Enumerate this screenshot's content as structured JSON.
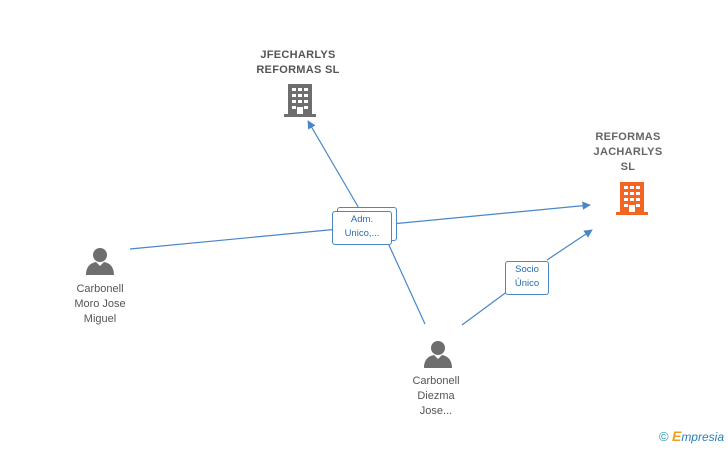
{
  "nodes": {
    "jfecharlys": {
      "lines": [
        "JFECHARLYS",
        "REFORMAS  SL"
      ],
      "type": "company",
      "color": "#6e6e6e"
    },
    "reformas_jacharlys": {
      "lines": [
        "REFORMAS",
        "JACHARLYS",
        "SL"
      ],
      "type": "company",
      "color": "#f26522"
    },
    "carbonell_moro": {
      "lines": [
        "Carbonell",
        "Moro Jose",
        "Miguel"
      ],
      "type": "person",
      "color": "#6e6e6e"
    },
    "carbonell_diezma": {
      "lines": [
        "Carbonell",
        "Diezma",
        "Jose..."
      ],
      "type": "person",
      "color": "#6e6e6e"
    }
  },
  "edges": [
    {
      "from": "carbonell_moro",
      "to": "reformas_jacharlys",
      "label_ref": "adm"
    },
    {
      "from": "carbonell_diezma",
      "to": "jfecharlys",
      "label_ref": "adm"
    },
    {
      "from": "carbonell_diezma",
      "to": "reformas_jacharlys",
      "label_ref": "socio"
    }
  ],
  "edge_labels": {
    "adm": {
      "lines": [
        "Adm.",
        "Unico,..."
      ]
    },
    "socio": {
      "lines": [
        "Socio",
        "Único"
      ]
    }
  },
  "colors": {
    "edge": "#4a86c8",
    "highlight": "#f26522",
    "icon": "#6e6e6e"
  },
  "watermark": {
    "copyright": "©",
    "brand_initial": "E",
    "brand_rest": "mpresia"
  }
}
